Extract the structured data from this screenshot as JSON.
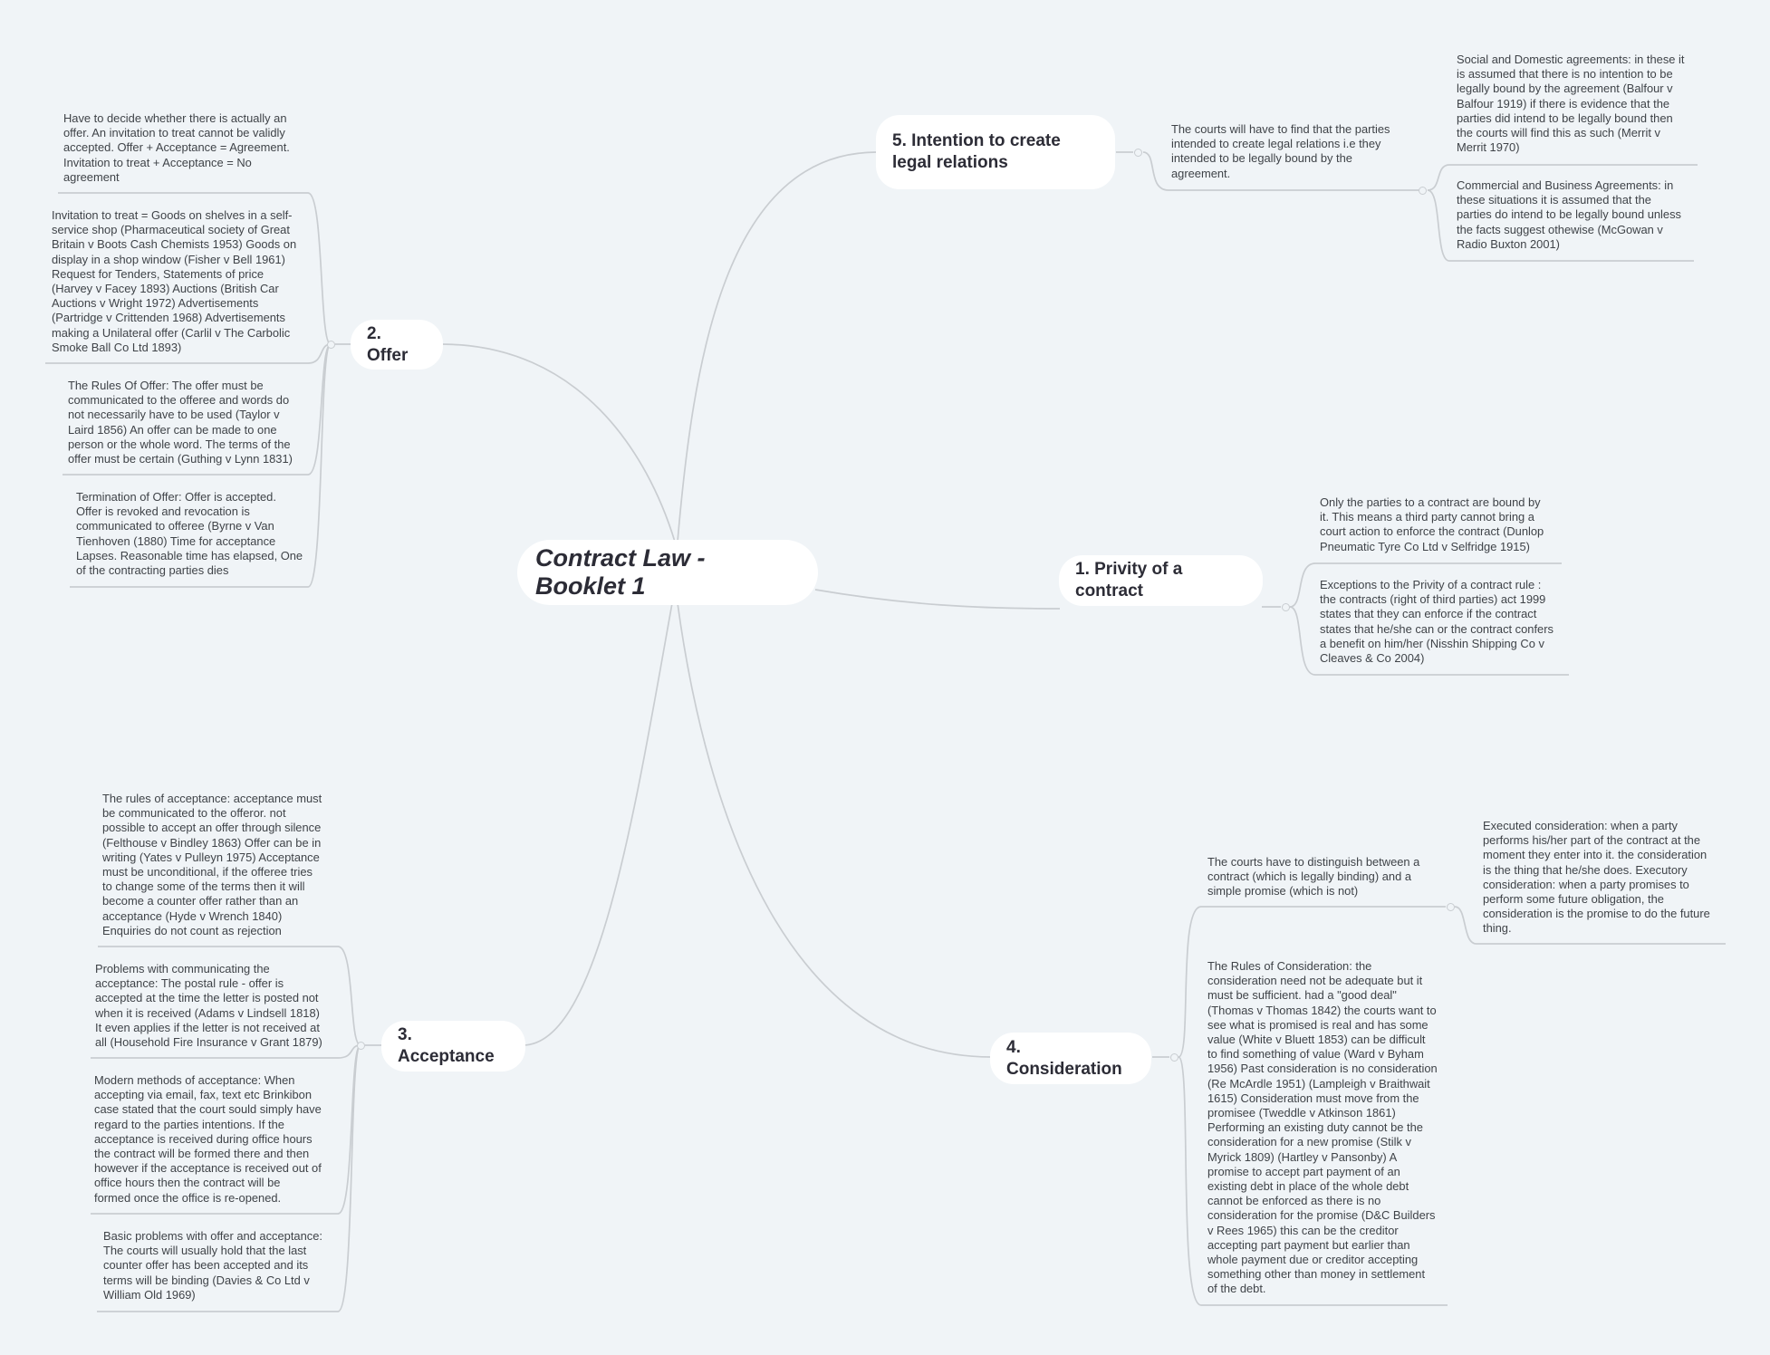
{
  "root": "Contract Law - Booklet 1",
  "branches": {
    "privity": {
      "title": "1. Privity of a contract",
      "notes": [
        "Only the parties to a contract are bound by\nit. This means a third party cannot bring a\ncourt action to enforce the contract (Dunlop\nPneumatic Tyre Co Ltd v Selfridge 1915)",
        "Exceptions to the Privity of a contract rule :\nthe contracts (right of third parties) act 1999\nstates that they can enforce if the contract\nstates that he/she can or the contract confers\na benefit on him/her (Nisshin Shipping Co v\nCleaves & Co 2004)"
      ]
    },
    "offer": {
      "title": "2. Offer",
      "notes": [
        "Have to decide whether there is actually an\noffer. An invitation to treat cannot be validly\naccepted. Offer + Acceptance = Agreement.\nInvitation to treat + Acceptance = No\nagreement",
        "Invitation to treat = Goods on shelves in a self-\nservice shop (Pharmaceutical society of Great\nBritain v Boots Cash Chemists 1953) Goods on\ndisplay in a shop window    (Fisher v Bell 1961)\nRequest for Tenders, Statements of price\n(Harvey v Facey 1893) Auctions (British Car\nAuctions v Wright 1972) Advertisements\n(Partridge v Crittenden 1968) Advertisements\nmaking a Unilateral offer (Carlil v The Carbolic\nSmoke Ball Co Ltd 1893)",
        "The Rules Of Offer: The offer must be\ncommunicated to the offeree and words do\nnot necessarily have to be used (Taylor v\nLaird 1856) An offer can be made to one\nperson or the whole word. The terms of the\noffer must be certain (Guthing v Lynn 1831)",
        "Termination of Offer: Offer is accepted.\nOffer is revoked and revocation is\ncommunicated to offeree (Byrne v Van\nTienhoven (1880) Time for acceptance\nLapses. Reasonable time has elapsed, One\nof the contracting parties dies"
      ]
    },
    "acceptance": {
      "title": "3. Acceptance",
      "notes": [
        "The rules of acceptance: acceptance must\nbe communicated to the offeror. not\npossible to accept an offer through silence\n(Felthouse v Bindley 1863) Offer can be in\nwriting (Yates v Pulleyn 1975) Acceptance\nmust be unconditional, if the offeree tries\nto change some of the terms then it will\nbecome a counter offer rather than an\nacceptance (Hyde v Wrench 1840)\nEnquiries do not count as rejection",
        "Problems with communicating the\nacceptance: The postal rule - offer is\naccepted at the time the letter is posted not\nwhen it is received (Adams v Lindsell 1818)\nIt even applies if the letter is not received at\nall (Household Fire Insurance v Grant 1879)",
        "Modern methods of acceptance: When\naccepting via email, fax, text etc Brinkibon\ncase stated that the court sould simply have\nregard to the parties intentions. If the\nacceptance is received during office hours\nthe contract will be formed there and then\nhowever if the acceptance is received out of\noffice hours then the contract will be\nformed once the office is re-opened.",
        "Basic problems with offer and acceptance:\nThe courts will usually hold that the last\ncounter offer has been accepted and its\nterms will be binding (Davies & Co Ltd v\nWilliam Old 1969)"
      ]
    },
    "consideration": {
      "title": "4. Consideration",
      "notes": [
        "The courts have to distinguish between a\ncontract (which is legally binding) and a\nsimple promise (which is not)",
        "Executed consideration: when a party\nperforms his/her part of the contract at the\nmoment they enter into it. the consideration\nis the thing that he/she does. Executory\nconsideration: when a party promises to\nperform some future obligation, the\nconsideration is the promise to do the future\nthing.",
        "The Rules of Consideration: the\nconsideration need not be adequate but it\nmust be sufficient. had a \"good deal\"\n(Thomas v Thomas 1842) the courts want to\nsee what is promised is real and has some\nvalue (White v Bluett 1853) can be difficult\nto find something of value (Ward v Byham\n1956) Past consideration is no consideration\n(Re McArdle 1951) (Lampleigh v Braithwait\n1615) Consideration must move from the\npromisee (Tweddle v Atkinson 1861)\nPerforming an existing duty cannot be the\nconsideration for a new promise (Stilk v\nMyrick 1809) (Hartley v Pansonby) A\npromise to accept part payment of an\nexisting debt in place of the whole debt\ncannot be enforced as there is no\nconsideration for the promise (D&C Builders\nv Rees 1965) this can be the creditor\naccepting part payment but earlier than\nwhole payment due or creditor accepting\nsomething other than money in settlement\nof the debt."
      ]
    },
    "intention": {
      "title": "5. Intention to create legal relations",
      "notes": [
        "The courts will have to find that the parties\nintended to create legal relations i.e they\nintended to be legally bound by the\nagreement.",
        "Social and Domestic agreements: in these it\nis assumed that there is no intention to be\nlegally bound by the agreement (Balfour v\nBalfour 1919) if there is evidence that the\nparties did intend to be legally bound then\nthe courts will find this as such (Merrit v\nMerrit 1970)",
        "Commercial and Business Agreements: in\nthese situations it is assumed that the\nparties do intend to be legally bound unless\nthe facts suggest othewise (McGowan v\nRadio Buxton 2001)"
      ]
    }
  }
}
